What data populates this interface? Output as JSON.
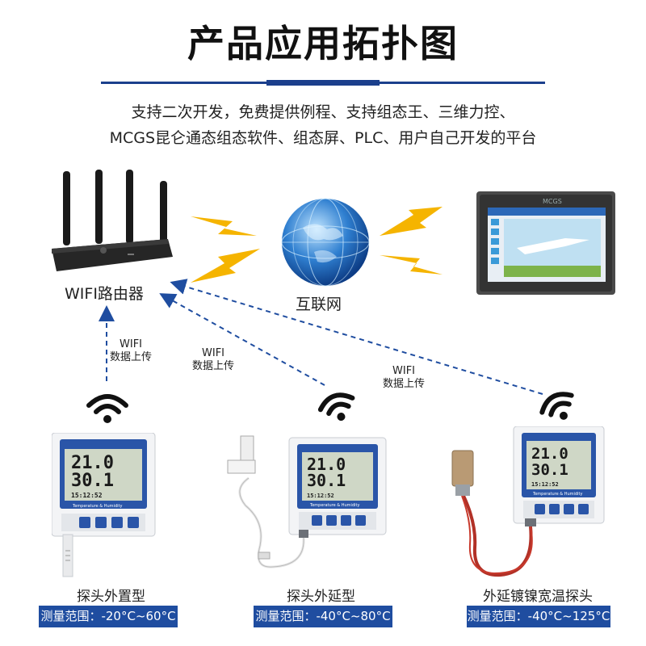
{
  "title": "产品应用拓扑图",
  "subtitle": {
    "line1": "支持二次开发，免费提供例程、支持组态王、三维力控、",
    "line2": "MCGS昆仑通态组态软件、组态屏、PLC、用户自己开发的平台"
  },
  "nodes": {
    "router": {
      "label": "WIFI路由器"
    },
    "internet": {
      "label": "互联网"
    },
    "hmi": {
      "brand": "MCGS"
    }
  },
  "links": {
    "left": {
      "line1": "WIFI",
      "line2": "数据上传"
    },
    "middle": {
      "line1": "WIFI",
      "line2": "数据上传"
    },
    "right": {
      "line1": "WIFI",
      "line2": "数据上传"
    }
  },
  "devices": [
    {
      "name": "探头外置型",
      "range": "测量范围：-20°C~60°C",
      "temp": "21.0",
      "hum": "30.1",
      "time": "15:12:52",
      "panel_text": "Temperature & Humidity"
    },
    {
      "name": "探头外延型",
      "range": "测量范围：-40°C~80°C",
      "temp": "21.0",
      "hum": "30.1",
      "time": "15:12:52",
      "panel_text": "Temperature & Humidity"
    },
    {
      "name": "外延镀镍宽温探头",
      "range": "测量范围：-40°C~125°C",
      "temp": "21.0",
      "hum": "30.1",
      "time": "15:12:52",
      "panel_text": "Temperature & Humidity"
    }
  ],
  "colors": {
    "accent": "#1f4da0",
    "bolt": "#f5b400",
    "link": "#1f4da0"
  }
}
